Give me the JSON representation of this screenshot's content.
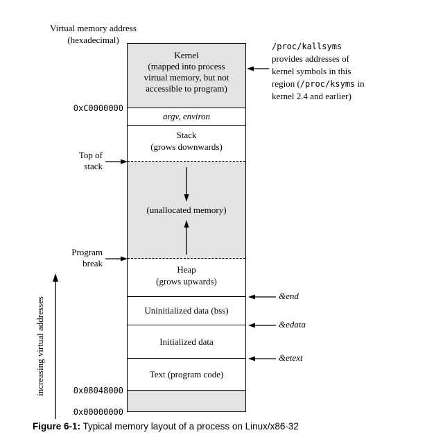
{
  "title": {
    "line1": "Virtual memory address",
    "line2": "(hexadecimal)"
  },
  "column": {
    "kernel": {
      "line1": "Kernel",
      "line2": "(mapped into process",
      "line3": "virtual memory, but not",
      "line4": "accessible to program)"
    },
    "argv_environ": "argv, environ",
    "stack_line1": "Stack",
    "stack_line2": "(grows downwards)",
    "unallocated": "(unallocated memory)",
    "heap_line1": "Heap",
    "heap_line2": "(grows upwards)",
    "bss": "Uninitialized data (bss)",
    "initialized_data": "Initialized data",
    "text_segment": "Text (program code)"
  },
  "addresses": {
    "kernel_boundary": "0xC0000000",
    "text_base": "0x08048000",
    "zero": "0x00000000"
  },
  "left": {
    "top_of_stack_line1": "Top of",
    "top_of_stack_line2": "stack",
    "program_break_line1": "Program",
    "program_break_line2": "break",
    "axis_label": "increasing virtual addresses"
  },
  "right": {
    "end_symbol": "&end",
    "edata_symbol": "&edata",
    "etext_symbol": "&etext",
    "kallsyms": {
      "line1": "/proc/kallsyms",
      "line2": "provides addresses of",
      "line3": "kernel symbols in this",
      "line4_pre": "region (",
      "line4_mono": "/proc/ksyms",
      "line4_post": " in",
      "line5": "kernel 2.4 and earlier)"
    }
  },
  "caption": {
    "label": "Figure 6-1:",
    "text": "Typical memory layout of a process on Linux/x86-32"
  },
  "colors": {
    "shaded": "#e3e3e3",
    "line": "#000000",
    "background": "#ffffff"
  }
}
